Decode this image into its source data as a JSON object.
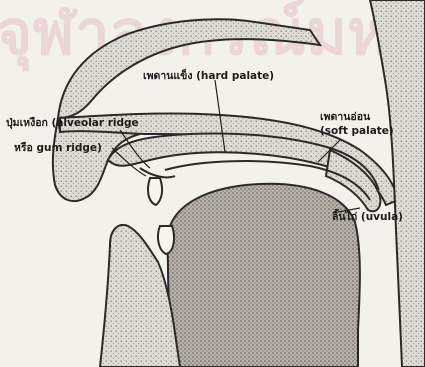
{
  "watermark": "จุฬาลงกรณ์มหาวิทยาลัย",
  "labels": {
    "hard_palate": "เพดานแข็ง (hard palate)",
    "soft_palate_line1": "เพดานอ่อน",
    "soft_palate_line2": "(soft palate)",
    "alveolar_line1": "ปุ่มเหงือก (alveolar ridge",
    "alveolar_line2": "หรือ gum ridge)",
    "uvula": "ลิ้นไก่ (uvula)"
  },
  "colors": {
    "paper": "#f3f1ec",
    "ink": "#2a2a2a",
    "stipple_fill": "#d9d6cf"
  }
}
